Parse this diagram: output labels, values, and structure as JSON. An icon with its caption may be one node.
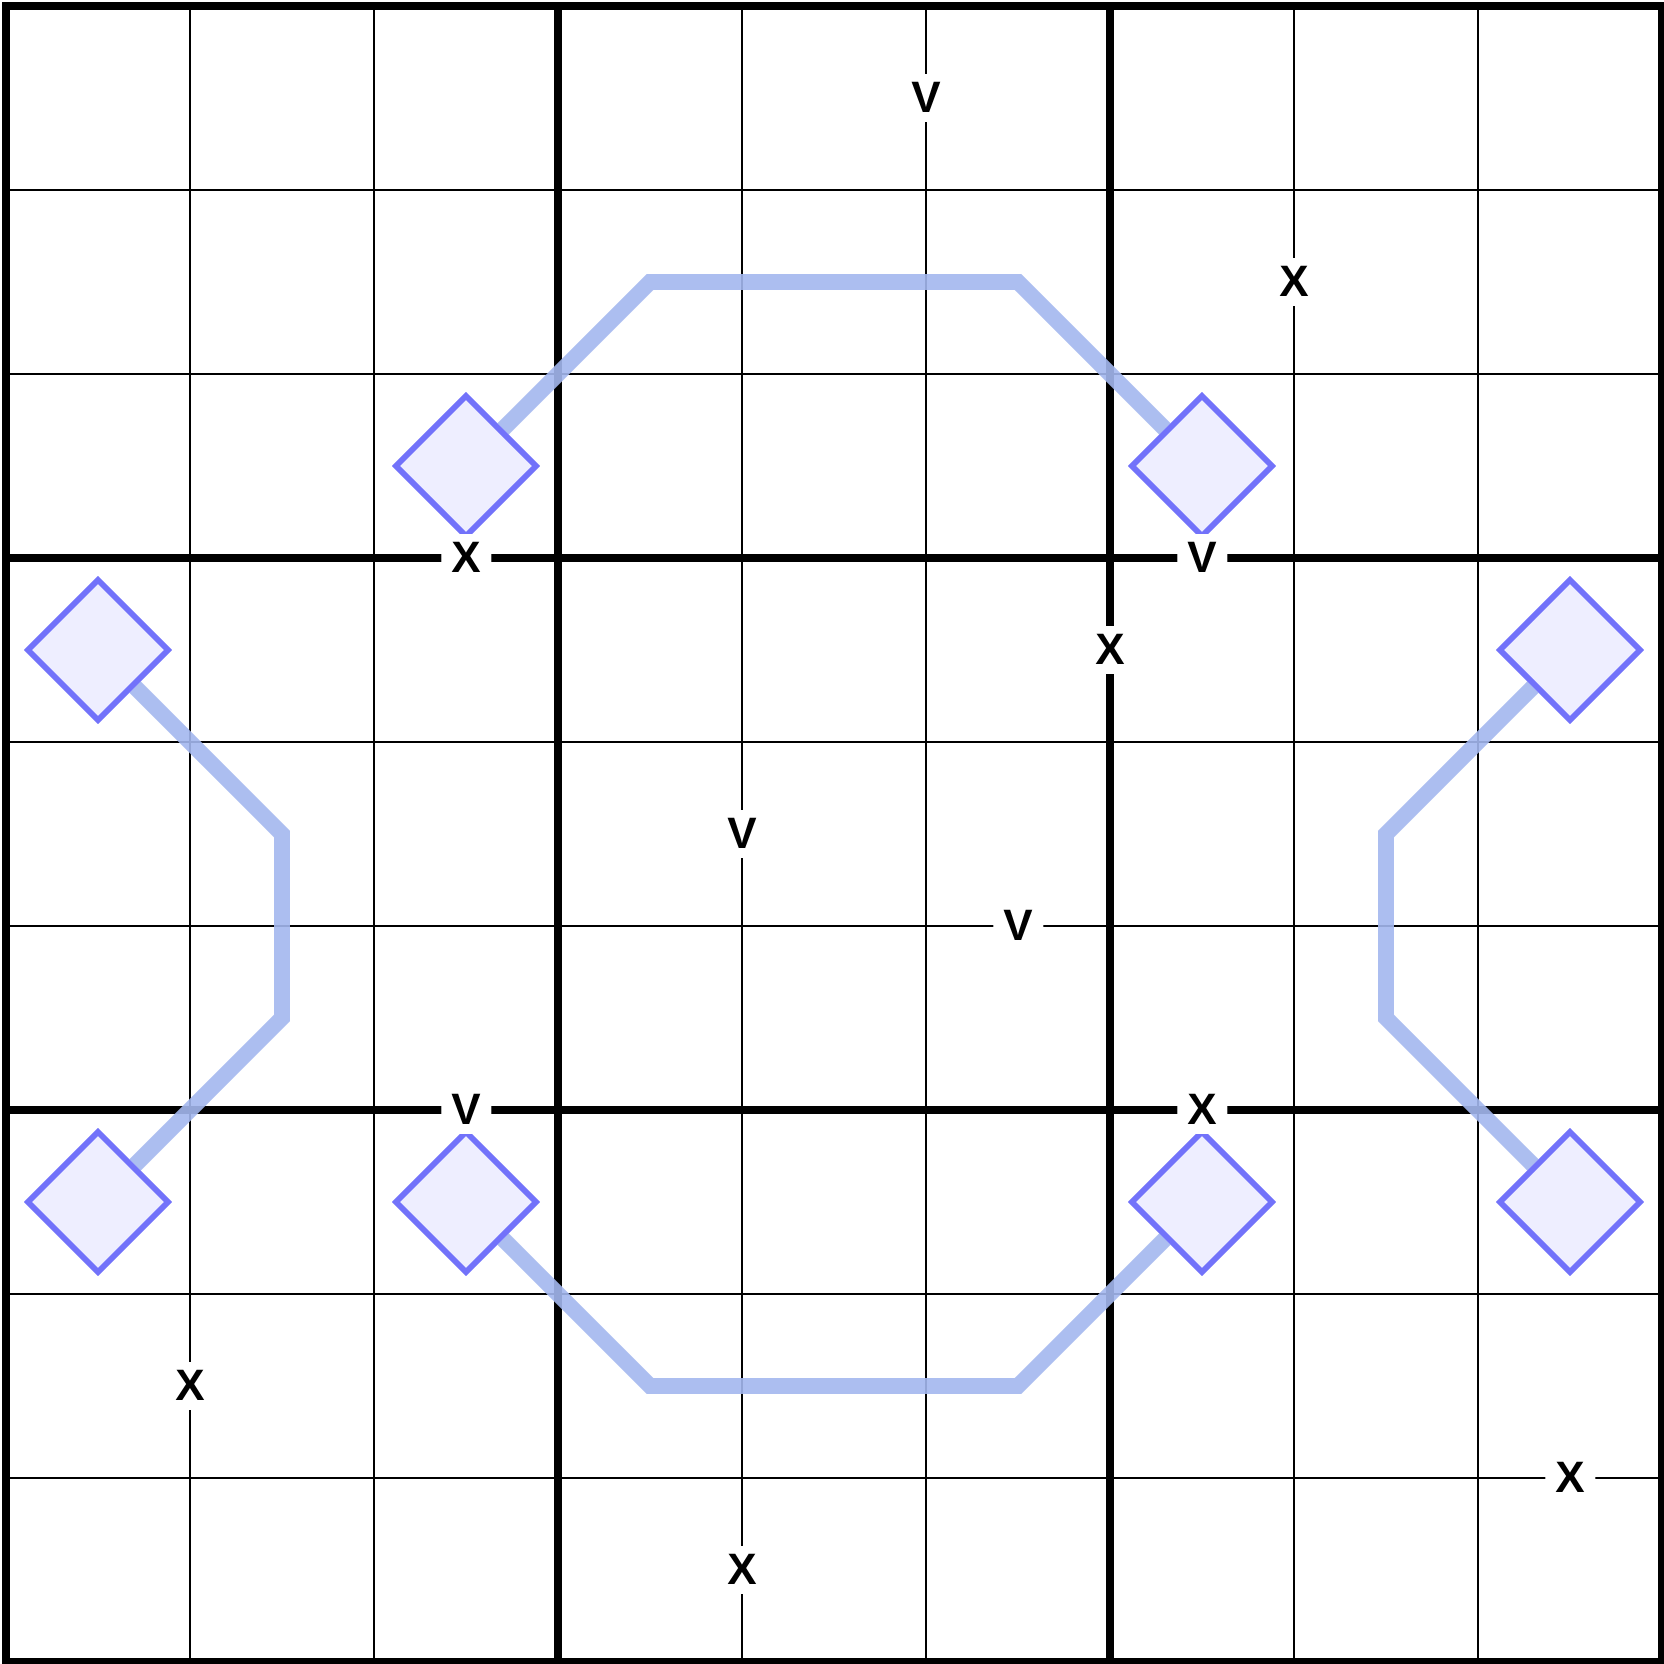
{
  "diagram": {
    "nodes": [
      {
        "text": [],
        "shape": "diamond"
      },
      {
        "text": [],
        "shape": "diamond"
      },
      {
        "text": [],
        "shape": "diamond"
      },
      {
        "text": [],
        "shape": "diamond"
      },
      {
        "text": [],
        "shape": "diamond"
      },
      {
        "text": [],
        "shape": "diamond"
      },
      {
        "text": [],
        "shape": "diamond"
      },
      {
        "text": [],
        "shape": "diamond"
      }
    ],
    "edges": [
      {
        "from": 0,
        "to": 1,
        "arrow": "none"
      },
      {
        "from": 2,
        "to": 4,
        "arrow": "none"
      },
      {
        "from": 3,
        "to": 7,
        "arrow": "none"
      },
      {
        "from": 5,
        "to": 6,
        "arrow": "none"
      }
    ],
    "labels": [
      "V",
      "X",
      "X",
      "V",
      "X",
      "V",
      "V",
      "V",
      "X",
      "X",
      "X",
      "X"
    ]
  }
}
